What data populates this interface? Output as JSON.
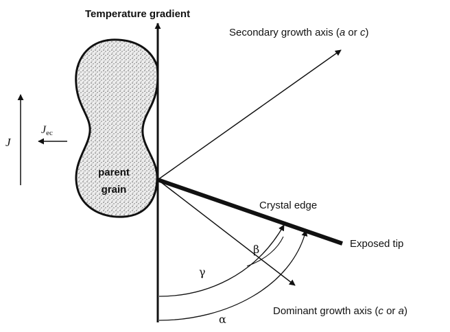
{
  "labels": {
    "temperature_gradient": "Temperature gradient",
    "secondary_axis_prefix": "Secondary growth axis (",
    "secondary_axis_a": "a",
    "secondary_axis_or": " or ",
    "secondary_axis_c": "c",
    "secondary_axis_suffix": ")",
    "crystal_edge": "Crystal edge",
    "exposed_tip": "Exposed tip",
    "dominant_axis_prefix": "Dominant growth axis (",
    "dominant_axis_c": "c",
    "dominant_axis_or": " or ",
    "dominant_axis_a": "a",
    "dominant_axis_suffix": ")",
    "parent_line1": "parent",
    "parent_line2": "grain",
    "J": "J",
    "J_ec_base": "J",
    "J_ec_sub": "ec"
  },
  "angles": {
    "alpha": "α",
    "beta": "β",
    "gamma": "γ"
  }
}
